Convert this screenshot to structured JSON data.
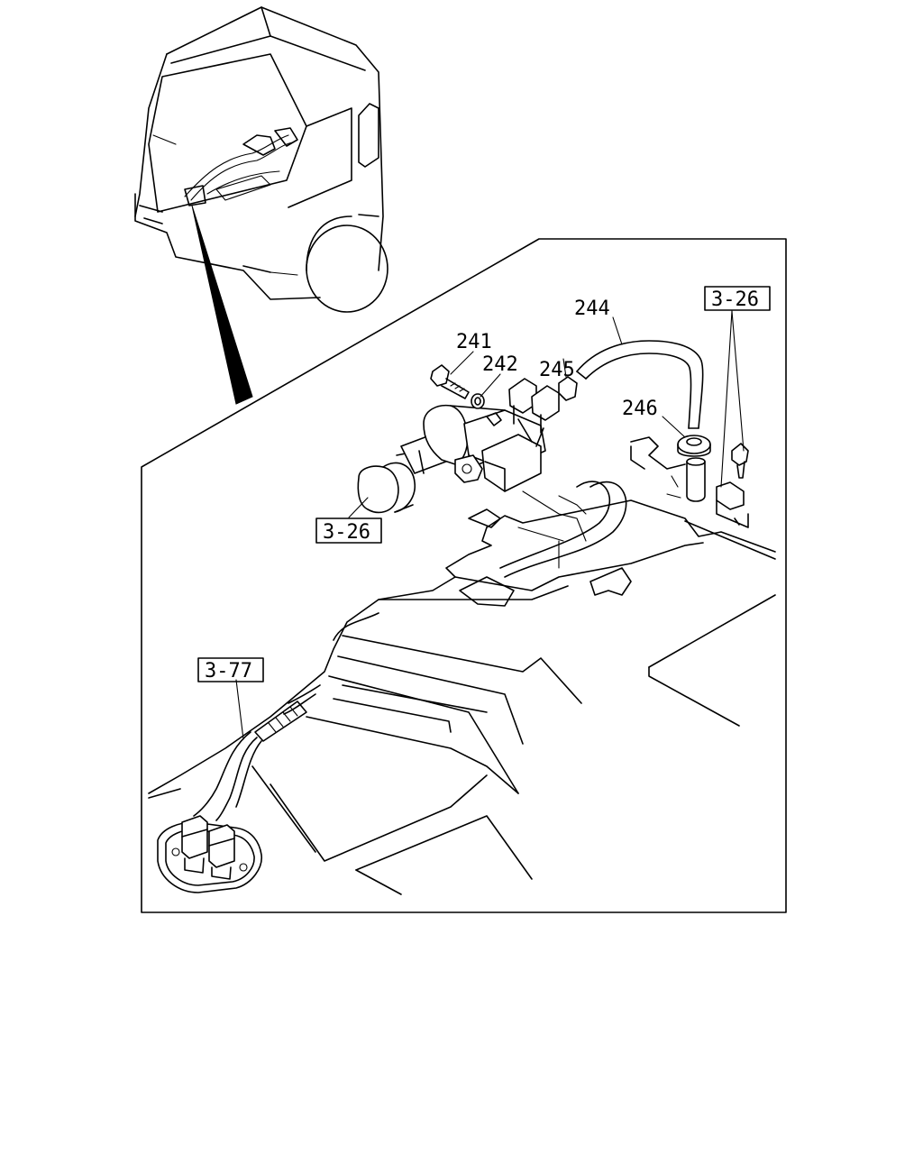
{
  "callouts": {
    "c241": "241",
    "c242": "242",
    "c244": "244",
    "c245": "245",
    "c246": "246"
  },
  "refs": {
    "ref_top_right": "3-26",
    "ref_left": "3-26",
    "ref_bottom_left": "3-77"
  }
}
